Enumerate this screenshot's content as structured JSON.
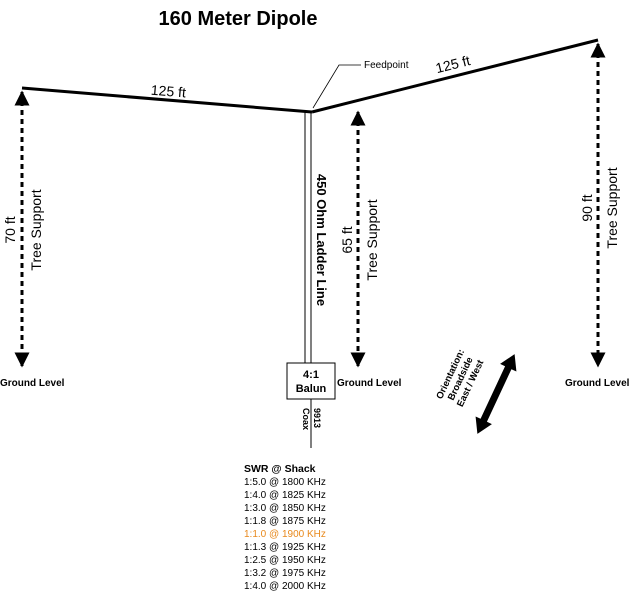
{
  "title": "160 Meter Dipole",
  "left_leg_length": "125 ft",
  "right_leg_length": "125 ft",
  "feedpoint_label": "Feedpoint",
  "feedline_label": "450 Ohm Ladder Line",
  "balun_label": [
    "4:1",
    "Balun"
  ],
  "coax_label": [
    "9913",
    "Coax"
  ],
  "supports": [
    {
      "height": "70 ft",
      "label": "Tree Support",
      "ground": "Ground Level"
    },
    {
      "height": "65 ft",
      "label": "Tree Support",
      "ground": "Ground Level"
    },
    {
      "height": "90 ft",
      "label": "Tree Support",
      "ground": "Ground Level"
    }
  ],
  "orientation_lines": [
    "Orientation:",
    "Broadside",
    "East / West"
  ],
  "swr": {
    "heading": "SWR @ Shack",
    "highlight_color": "#e8891c",
    "rows": [
      {
        "text": "1:5.0 @ 1800 KHz",
        "highlight": false
      },
      {
        "text": "1:4.0 @ 1825 KHz",
        "highlight": false
      },
      {
        "text": "1:3.0 @ 1850 KHz",
        "highlight": false
      },
      {
        "text": "1:1.8 @ 1875 KHz",
        "highlight": false
      },
      {
        "text": "1:1.0 @ 1900 KHz",
        "highlight": true
      },
      {
        "text": "1:1.3 @ 1925 KHz",
        "highlight": false
      },
      {
        "text": "1:2.5 @ 1950 KHz",
        "highlight": false
      },
      {
        "text": "1:3.2 @ 1975 KHz",
        "highlight": false
      },
      {
        "text": "1:4.0 @ 2000 KHz",
        "highlight": false
      }
    ]
  }
}
